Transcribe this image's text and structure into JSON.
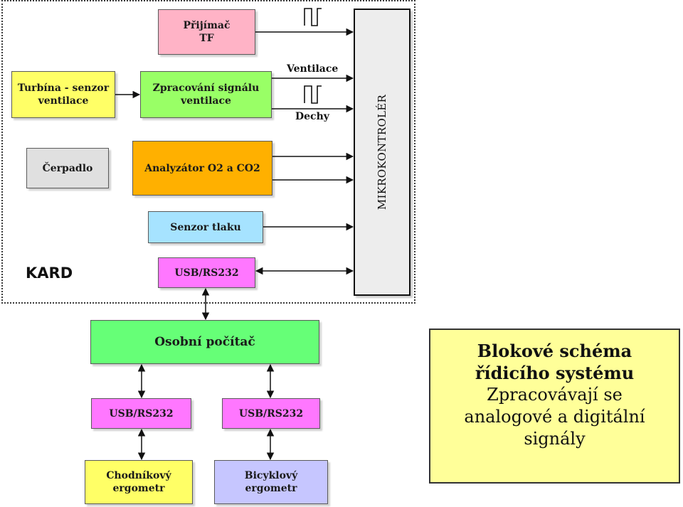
{
  "frame": {
    "label": "KARD"
  },
  "microcontroller": {
    "label": "MIKROKONTROLÉR"
  },
  "blocks": {
    "receiver": "Přijímač\nTF",
    "turbine": "Turbína - senzor\nventilace",
    "processing": "Zpracování signálu\nventilace",
    "pump": "Čerpadlo",
    "analyzer": "Analyzátor O2 a CO2",
    "pressure": "Senzor tlaku",
    "usb_kard": "USB/RS232",
    "pc": "Osobní počítač",
    "usb_left": "USB/RS232",
    "usb_right": "USB/RS232",
    "treadmill": "Chodníkový\nergometr",
    "bicycle": "Bicyklový\nergometr"
  },
  "signals": {
    "ventilation": "Ventilace",
    "breaths": "Dechy"
  },
  "caption": {
    "title": "Blokové schéma\nřídicího systému",
    "body": "Zpracovávají se\nanalogové a digitální\nsignály"
  },
  "colors": {
    "receiver": "#ffb3c6",
    "turbine": "#ffff66",
    "processing": "#99ff66",
    "pump": "#e0e0e0",
    "analyzer": "#ffb000",
    "pressure": "#a6e3ff",
    "usb": "#ff77ff",
    "pc": "#66ff77",
    "treadmill": "#ffff66",
    "bicycle": "#c6c6ff",
    "caption_bg": "#ffff99"
  }
}
